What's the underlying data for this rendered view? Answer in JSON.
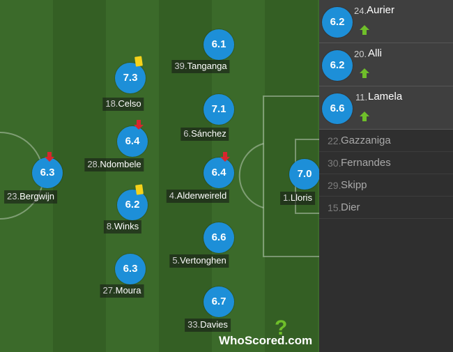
{
  "starters": [
    {
      "id": "bergwijn",
      "number": "23.",
      "name": "Bergwijn",
      "rating": "6.3",
      "event": "sub-off"
    },
    {
      "id": "celso",
      "number": "18.",
      "name": "Celso",
      "rating": "7.3",
      "event": "yellow-card"
    },
    {
      "id": "ndombele",
      "number": "28.",
      "name": "Ndombele",
      "rating": "6.4",
      "event": "sub-off"
    },
    {
      "id": "winks",
      "number": "8.",
      "name": "Winks",
      "rating": "6.2",
      "event": "yellow-card"
    },
    {
      "id": "moura",
      "number": "27.",
      "name": "Moura",
      "rating": "6.3",
      "event": ""
    },
    {
      "id": "tanganga",
      "number": "39.",
      "name": "Tanganga",
      "rating": "6.1",
      "event": ""
    },
    {
      "id": "sanchez",
      "number": "6.",
      "name": "Sánchez",
      "rating": "7.1",
      "event": ""
    },
    {
      "id": "alderweireld",
      "number": "4.",
      "name": "Alderweireld",
      "rating": "6.4",
      "event": "sub-off"
    },
    {
      "id": "vertonghen",
      "number": "5.",
      "name": "Vertonghen",
      "rating": "6.6",
      "event": ""
    },
    {
      "id": "davies",
      "number": "33.",
      "name": "Davies",
      "rating": "6.7",
      "event": ""
    },
    {
      "id": "lloris",
      "number": "1.",
      "name": "Lloris",
      "rating": "7.0",
      "event": ""
    }
  ],
  "substitutes_used": [
    {
      "number": "24.",
      "name": "Aurier",
      "rating": "6.2",
      "event": "sub-on"
    },
    {
      "number": "20.",
      "name": "Alli",
      "rating": "6.2",
      "event": "sub-on"
    },
    {
      "number": "11.",
      "name": "Lamela",
      "rating": "6.6",
      "event": "sub-on"
    }
  ],
  "bench": [
    {
      "number": "22.",
      "name": "Gazzaniga"
    },
    {
      "number": "30.",
      "name": "Fernandes"
    },
    {
      "number": "29.",
      "name": "Skipp"
    },
    {
      "number": "15.",
      "name": "Dier"
    }
  ],
  "watermark": {
    "question_mark": "?",
    "brand": "WhoScored",
    "domain": ".com"
  },
  "colors": {
    "rating": "#1d8fd8",
    "yellow_card": "#f5d21a",
    "sub_on": "#6fbf2a",
    "sub_off": "#d7262e",
    "pitch_light": "#3b6a2a",
    "pitch_dark": "#345f24"
  }
}
